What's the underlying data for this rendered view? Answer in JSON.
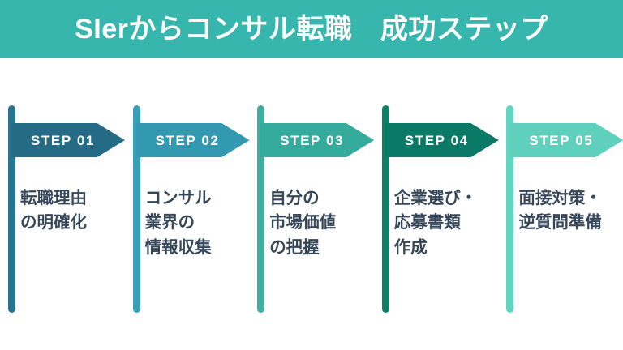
{
  "header": {
    "title": "SIerからコンサル転職　成功ステップ",
    "background_color": "#37b6ad",
    "text_color": "#ffffff"
  },
  "theme": {
    "page_background": "#ffffff",
    "body_text_color": "#37475a"
  },
  "steps": [
    {
      "label": "STEP 01",
      "text": "転職理由\nの明確化",
      "color": "#256b85",
      "bar_color": "#2a7490"
    },
    {
      "label": "STEP 02",
      "text": "コンサル\n業界の\n情報収集",
      "color": "#3399b0",
      "bar_color": "#3a9fb5"
    },
    {
      "label": "STEP 03",
      "text": "自分の\n市場価値\nの把握",
      "color": "#35ab9d",
      "bar_color": "#3cb1a2"
    },
    {
      "label": "STEP 04",
      "text": "企業選び・\n応募書類\n作成",
      "color": "#0a7a66",
      "bar_color": "#0d8068"
    },
    {
      "label": "STEP 05",
      "text": "面接対策・\n逆質問準備",
      "color": "#5ed0bc",
      "bar_color": "#63d4c0"
    }
  ]
}
